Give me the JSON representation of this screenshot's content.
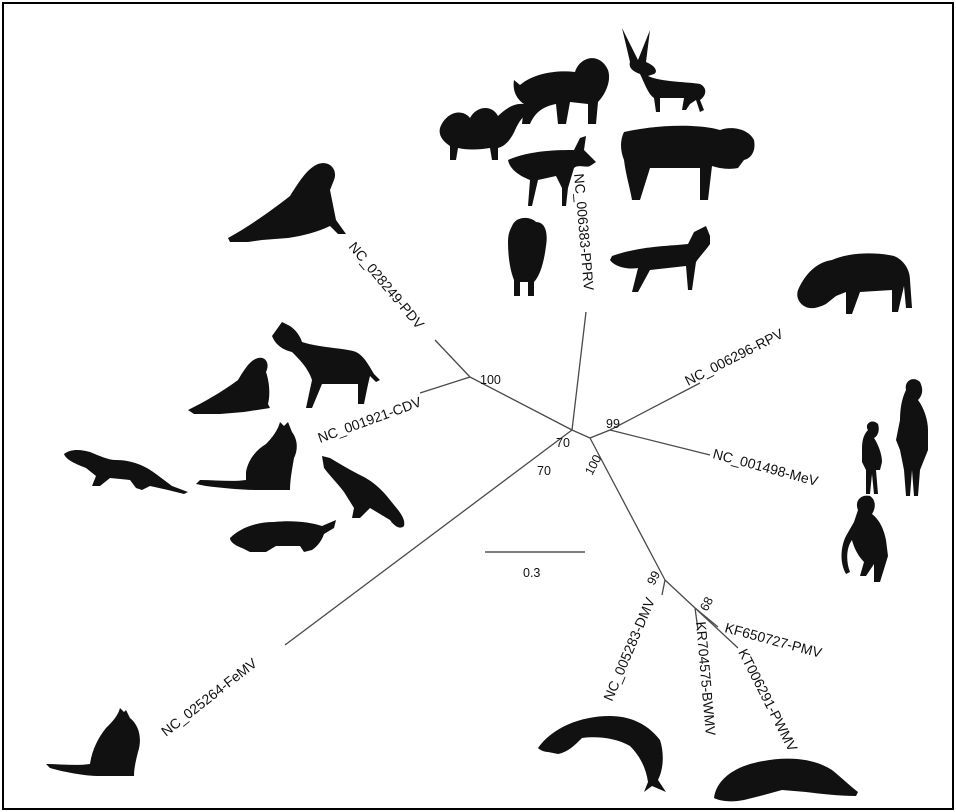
{
  "colors": {
    "silhouette": "#111111",
    "branch": "#4a4a4a",
    "frame": "#000000"
  },
  "scale_bar": {
    "label": "0.3"
  },
  "taxa": {
    "pdv": "NC_028249-PDV",
    "cdv": "NC_001921-CDV",
    "pprv": "NC_006383-PPRV",
    "rpv": "NC_006296-RPV",
    "mev": "NC_001498-MeV",
    "femv": "NC_025264-FeMV",
    "dmv": "NC_005283-DMV",
    "pmv": "KF650727-PMV",
    "bwmv": "KR704575-BWMV",
    "pwmv": "KT006291-PWMV"
  },
  "bootstrap": {
    "pdv_cdv": "100",
    "pprv_node": "70",
    "femv_node": "70",
    "rpv_mev": "99",
    "cetacean_root": "100",
    "cetacean_inner": "99",
    "pmv_node": "68"
  },
  "hosts": {
    "pdv": [
      "seal-icon"
    ],
    "cdv": [
      "dog-icon",
      "seal-icon",
      "ferret-icon",
      "cat-icon",
      "fox-icon",
      "big-cat-icon"
    ],
    "pprv": [
      "lion-icon",
      "gazelle-icon",
      "camel-icon",
      "antelope-icon",
      "buffalo-icon",
      "sheep-icon",
      "goat-icon"
    ],
    "rpv": [
      "cow-icon"
    ],
    "mev": [
      "human-adult-icon",
      "human-child-icon",
      "monkey-icon"
    ],
    "femv": [
      "cat-icon"
    ],
    "dmv": [
      "dolphin-icon"
    ],
    "bwmv": [
      "whale-icon"
    ]
  }
}
